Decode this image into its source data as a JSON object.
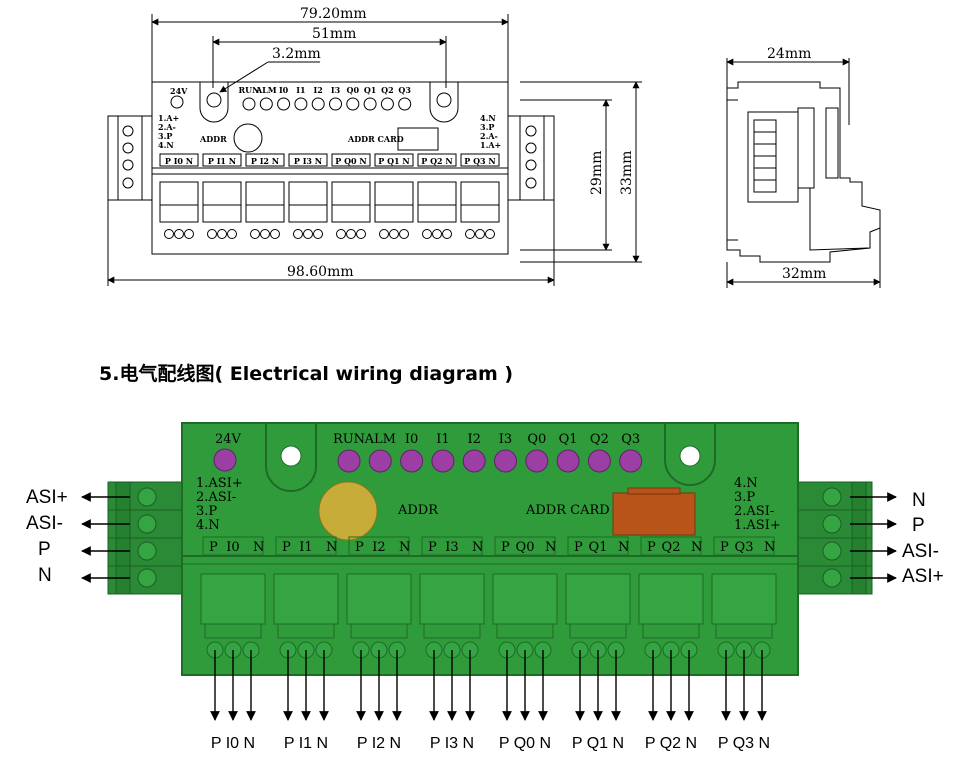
{
  "top_drawing": {
    "dim_overall_top": "79.20mm",
    "dim_hole_spacing": "51mm",
    "dim_hole_dia": "3.2mm",
    "dim_total_width": "98.60mm",
    "dim_height_inner": "29mm",
    "dim_height_outer": "33mm",
    "dim_side_top": "24mm",
    "dim_side_bottom": "32mm",
    "top_label": "24V",
    "led_labels": [
      "RUN",
      "ALM",
      "I0",
      "I1",
      "I2",
      "I3",
      "Q0",
      "Q1",
      "Q2",
      "Q3"
    ],
    "left_pins": [
      "1.A+",
      "2.A-",
      "3.P",
      "4.N"
    ],
    "right_pins": [
      "4.N",
      "3.P",
      "2.A-",
      "1.A+"
    ],
    "addr": "ADDR",
    "addr_card": "ADDR CARD",
    "terminal_groups": [
      "I0",
      "I1",
      "I2",
      "I3",
      "Q0",
      "Q1",
      "Q2",
      "Q3"
    ]
  },
  "section_title": "5.电气配线图( Electrical wiring diagram )",
  "wiring": {
    "top_label": "24V",
    "led_labels": [
      "RUN",
      "ALM",
      "I0",
      "I1",
      "I2",
      "I3",
      "Q0",
      "Q1",
      "Q2",
      "Q3"
    ],
    "left_pins": [
      "1.ASI+",
      "2.ASI-",
      "3.P",
      "4.N"
    ],
    "right_pins": [
      "4.N",
      "3.P",
      "2.ASI-",
      "1.ASI+"
    ],
    "addr": "ADDR",
    "addr_card": "ADDR CARD",
    "terminal_groups": [
      "I0",
      "I1",
      "I2",
      "I3",
      "Q0",
      "Q1",
      "Q2",
      "Q3"
    ],
    "terminal_p": "P",
    "terminal_n": "N",
    "left_signals": [
      "ASI+",
      "ASI-",
      "P",
      "N"
    ],
    "right_signals": [
      "N",
      "P",
      "ASI-",
      "ASI+"
    ],
    "bottom_labels": [
      "P I0 N",
      "P I1 N",
      "P I2 N",
      "P I3 N",
      "P Q0 N",
      "P Q1 N",
      "P Q2 N",
      "P Q3 N"
    ]
  },
  "colors": {
    "board": "#2f9b3a",
    "led": "#9b3fa5",
    "knob": "#c8ac3a",
    "card": "#b8531a"
  }
}
